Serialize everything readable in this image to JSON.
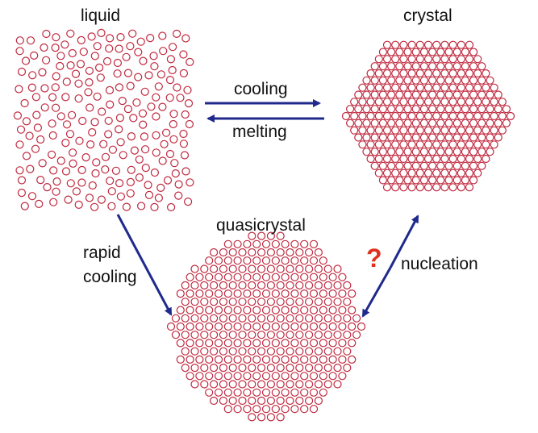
{
  "labels": {
    "liquid": "liquid",
    "crystal": "crystal",
    "quasicrystal": "quasicrystal",
    "cooling": "cooling",
    "melting": "melting",
    "rapid": "rapid",
    "cooling2": "cooling",
    "nucleation": "nucleation",
    "question": "?"
  },
  "colors": {
    "particle": "#c0283e",
    "arrow": "#1f2a8c",
    "question": "#e0301e",
    "text": "#111111"
  }
}
